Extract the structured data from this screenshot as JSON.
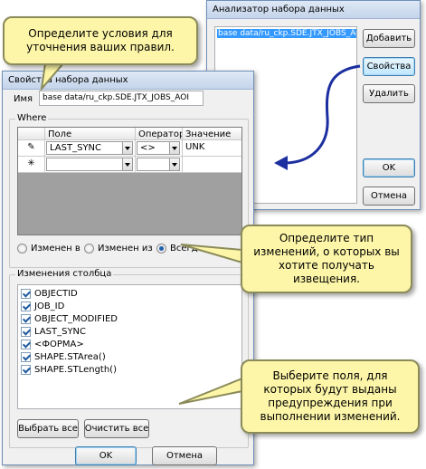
{
  "analyzer": {
    "title": "Анализатор набора данных",
    "list_item": "base data/ru_ckp.SDE.JTX_JOBS_AOI",
    "buttons": {
      "add": "Добавить",
      "properties": "Свойства",
      "delete": "Удалить",
      "ok": "OK",
      "cancel": "Отмена"
    }
  },
  "props": {
    "title": "Свойства набора данных",
    "name_label": "Имя",
    "name_value": "base data/ru_ckp.SDE.JTX_JOBS_AOI",
    "where_label": "Where",
    "grid": {
      "headers": {
        "field": "Поле",
        "operator": "Оператор",
        "value": "Значение"
      },
      "row1": {
        "field": "LAST_SYNC",
        "operator": "<>",
        "value": "UNK"
      },
      "new_row_marker": "✳"
    },
    "radios": {
      "changed_in": "Изменен в",
      "changed_from": "Изменен из",
      "always": "Всегда",
      "selected": "always"
    },
    "columns_label": "Изменения столбца",
    "columns": [
      "OBJECTID",
      "JOB_ID",
      "OBJECT_MODIFIED",
      "LAST_SYNC",
      "<ФОРМА>",
      "SHAPE.STArea()",
      "SHAPE.STLength()"
    ],
    "buttons": {
      "select_all": "Выбрать все",
      "clear_all": "Очистить все",
      "ok": "OK",
      "cancel": "Отмена"
    }
  },
  "callouts": {
    "conditions": "Определите условия для уточнения ваших правил.",
    "change_type": "Определите тип изменений, о которых вы хотите получать извещения.",
    "fields": "Выберите поля, для которых будут выданы предупреждения при выполнении изменений."
  },
  "colors": {
    "callout_fill": "#fdf6a8",
    "arrow": "#1c2fa0",
    "selection": "#3399ff"
  }
}
